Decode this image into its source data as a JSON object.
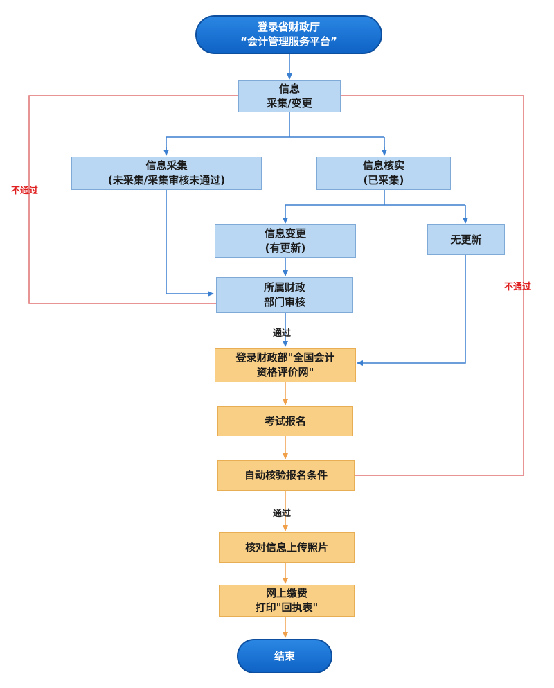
{
  "nodes": {
    "start": {
      "line1": "登录省财政厅",
      "line2": "“会计管理服务平台”"
    },
    "info_collect_change": {
      "line1": "信息",
      "line2": "采集/变更"
    },
    "info_collect": {
      "line1": "信息采集",
      "line2": "(未采集/采集审核未通过)"
    },
    "info_verify": {
      "line1": "信息核实",
      "line2": "(已采集)"
    },
    "info_change": {
      "line1": "信息变更",
      "line2": "(有更新)"
    },
    "no_update": {
      "line1": "无更新"
    },
    "dept_review": {
      "line1": "所属财政",
      "line2": "部门审核"
    },
    "login_national": {
      "line1": "登录财政部\"全国会计",
      "line2": "资格评价网\""
    },
    "exam_signup": {
      "line1": "考试报名"
    },
    "auto_verify": {
      "line1": "自动核验报名条件"
    },
    "upload_photo": {
      "line1": "核对信息上传照片"
    },
    "payment": {
      "line1": "网上缴费",
      "line2": "打印\"回执表\""
    },
    "end": {
      "line1": "结束"
    }
  },
  "labels": {
    "fail_left": "不通过",
    "fail_right": "不通过",
    "pass_review": "通过",
    "pass_verify": "通过"
  },
  "colors": {
    "blue_fill": "#b9d6f2",
    "orange_fill": "#f9cf86",
    "terminal_fill": "#1a73d6",
    "blue_arrow": "#3b7fd1",
    "orange_arrow": "#f0a04b",
    "red_line": "#e07070",
    "fail_text": "#e02020"
  }
}
